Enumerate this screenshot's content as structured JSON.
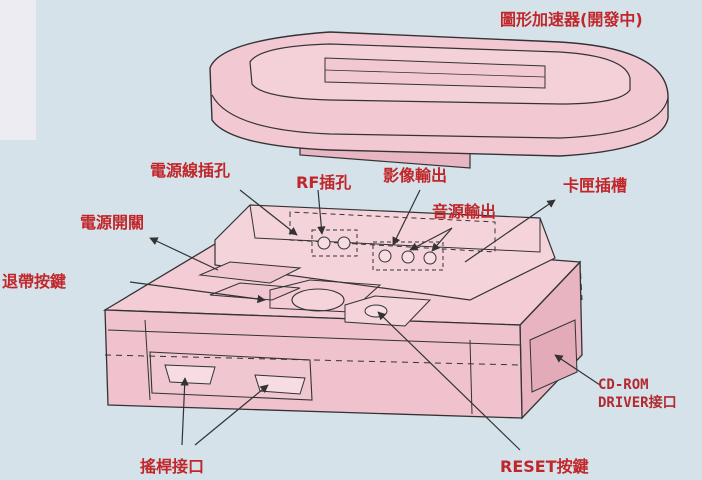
{
  "labels": {
    "accelerator": "圖形加速器(開發中)",
    "power_jack": "電源線插孔",
    "rf_jack": "RF插孔",
    "video_out": "影像輸出",
    "cartridge_slot": "卡匣插槽",
    "power_switch": "電源開關",
    "audio_out": "音源輸出",
    "eject_button": "退帶按鍵",
    "cdrom_line1": "CD-ROM",
    "cdrom_line2": "DRIVER接口",
    "joystick_port": "搖桿接口",
    "reset_button": "RESET按鍵"
  },
  "colors": {
    "background": "#d5e2ea",
    "console_body": "#f2c9d3",
    "console_shade": "#e8b4c1",
    "outline": "#3a3a3a",
    "label": "#c0262a"
  }
}
